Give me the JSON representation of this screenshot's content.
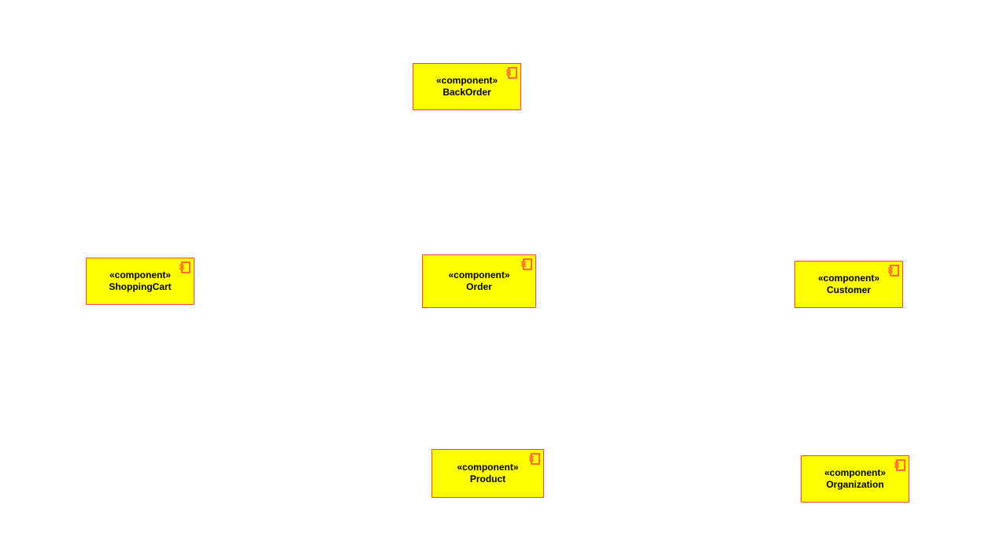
{
  "diagram": {
    "type": "uml-component-diagram",
    "colors": {
      "background": "#ffffff",
      "component_fill": "#ffff00",
      "component_border": "#ff4040",
      "text": "#000000"
    },
    "components": [
      {
        "id": "backorder",
        "stereotype": "«component»",
        "name": "BackOrder",
        "icon": "component-icon"
      },
      {
        "id": "shoppingcart",
        "stereotype": "«component»",
        "name": "ShoppingCart",
        "icon": "component-icon"
      },
      {
        "id": "order",
        "stereotype": "«component»",
        "name": "Order",
        "icon": "component-icon"
      },
      {
        "id": "customer",
        "stereotype": "«component»",
        "name": "Customer",
        "icon": "component-icon"
      },
      {
        "id": "product",
        "stereotype": "«component»",
        "name": "Product",
        "icon": "component-icon"
      },
      {
        "id": "organization",
        "stereotype": "«component»",
        "name": "Organization",
        "icon": "component-icon"
      }
    ]
  }
}
